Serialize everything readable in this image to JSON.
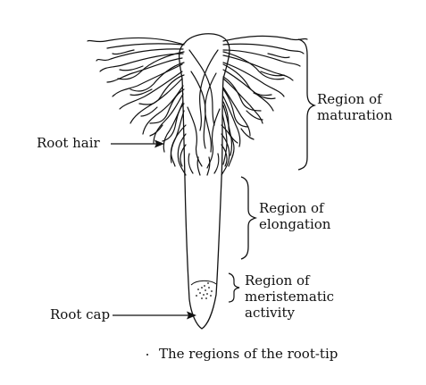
{
  "labels": {
    "root_hair": "Root hair",
    "root_cap": "Root cap",
    "maturation_line1": "Region of",
    "maturation_line2": "maturation",
    "elongation_line1": "Region of",
    "elongation_line2": "elongation",
    "meristematic_line1": "Region of",
    "meristematic_line2": "meristematic",
    "meristematic_line3": "activity"
  },
  "caption": "The regions of the root-tip",
  "colors": {
    "ink": "#111111",
    "background": "#ffffff"
  }
}
